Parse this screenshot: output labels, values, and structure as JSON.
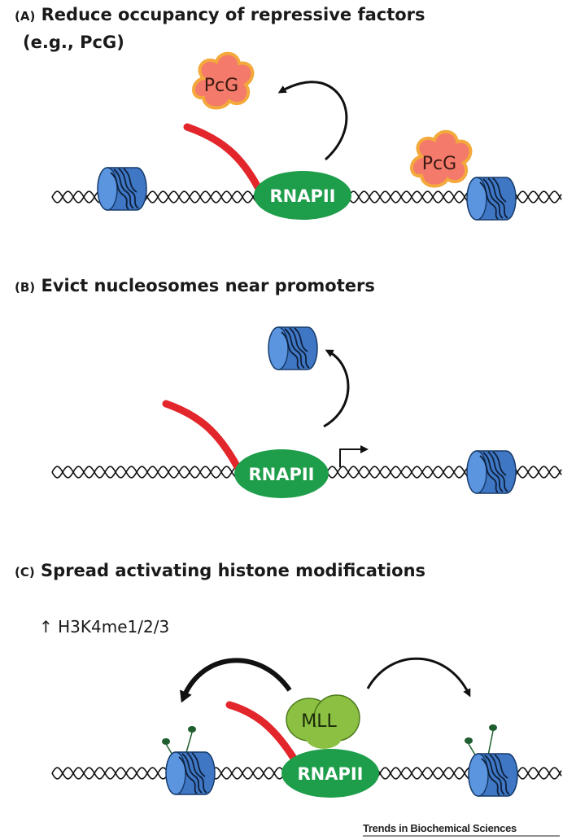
{
  "panel_a": {
    "letter": "(A)",
    "title_line1": "Reduce occupancy of repressive factors",
    "title_line2": "(e.g., PcG)",
    "pcg_label": "PcG",
    "rnapii_label": "RNAPII"
  },
  "panel_b": {
    "letter": "(B)",
    "title": "Evict nucleosomes near promoters",
    "rnapii_label": "RNAPII"
  },
  "panel_c": {
    "letter": "(C)",
    "title": "Spread activating histone modifications",
    "mark_label": "H3K4me1/2/3",
    "up_arrow": "↑",
    "mll_label": "MLL",
    "rnapii_label": "RNAPII"
  },
  "credit": "Trends in Biochemical Sciences",
  "colors": {
    "rnapii": "#1e9e4a",
    "pcg_fill": "#f47a6b",
    "pcg_outline": "#f3a93b",
    "nucleosome": "#4a86d4",
    "mll": "#8cc043",
    "rna": "#e2262b",
    "methyl_mark": "#1f5e2e"
  }
}
